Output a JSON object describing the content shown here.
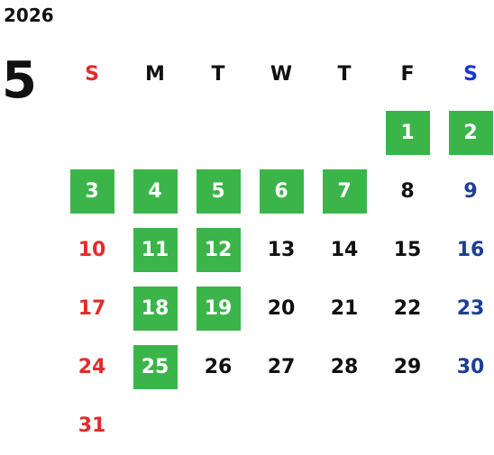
{
  "calendar": {
    "year": "2026",
    "month": "5",
    "weekdays": [
      {
        "label": "S",
        "color": "#e32b2b"
      },
      {
        "label": "M",
        "color": "#111111"
      },
      {
        "label": "T",
        "color": "#111111"
      },
      {
        "label": "W",
        "color": "#111111"
      },
      {
        "label": "T",
        "color": "#111111"
      },
      {
        "label": "F",
        "color": "#111111"
      },
      {
        "label": "S",
        "color": "#1a36d8"
      }
    ],
    "first_weekday_index": 5,
    "days": [
      {
        "label": "1",
        "highlighted": true
      },
      {
        "label": "2",
        "highlighted": true
      },
      {
        "label": "3",
        "highlighted": true
      },
      {
        "label": "4",
        "highlighted": true
      },
      {
        "label": "5",
        "highlighted": true
      },
      {
        "label": "6",
        "highlighted": true
      },
      {
        "label": "7",
        "highlighted": true
      },
      {
        "label": "8",
        "highlighted": false
      },
      {
        "label": "9",
        "highlighted": false
      },
      {
        "label": "10",
        "highlighted": false
      },
      {
        "label": "11",
        "highlighted": true
      },
      {
        "label": "12",
        "highlighted": true
      },
      {
        "label": "13",
        "highlighted": false
      },
      {
        "label": "14",
        "highlighted": false
      },
      {
        "label": "15",
        "highlighted": false
      },
      {
        "label": "16",
        "highlighted": false
      },
      {
        "label": "17",
        "highlighted": false
      },
      {
        "label": "18",
        "highlighted": true
      },
      {
        "label": "19",
        "highlighted": true
      },
      {
        "label": "20",
        "highlighted": false
      },
      {
        "label": "21",
        "highlighted": false
      },
      {
        "label": "22",
        "highlighted": false
      },
      {
        "label": "23",
        "highlighted": false
      },
      {
        "label": "24",
        "highlighted": false
      },
      {
        "label": "25",
        "highlighted": true
      },
      {
        "label": "26",
        "highlighted": false
      },
      {
        "label": "27",
        "highlighted": false
      },
      {
        "label": "28",
        "highlighted": false
      },
      {
        "label": "29",
        "highlighted": false
      },
      {
        "label": "30",
        "highlighted": false
      },
      {
        "label": "31",
        "highlighted": false
      }
    ],
    "colors": {
      "highlight_bg": "#3bb54a",
      "highlight_text": "#ffffff",
      "sunday": "#e32b2b",
      "saturday": "#1c3f94",
      "weekday": "#111111"
    }
  }
}
